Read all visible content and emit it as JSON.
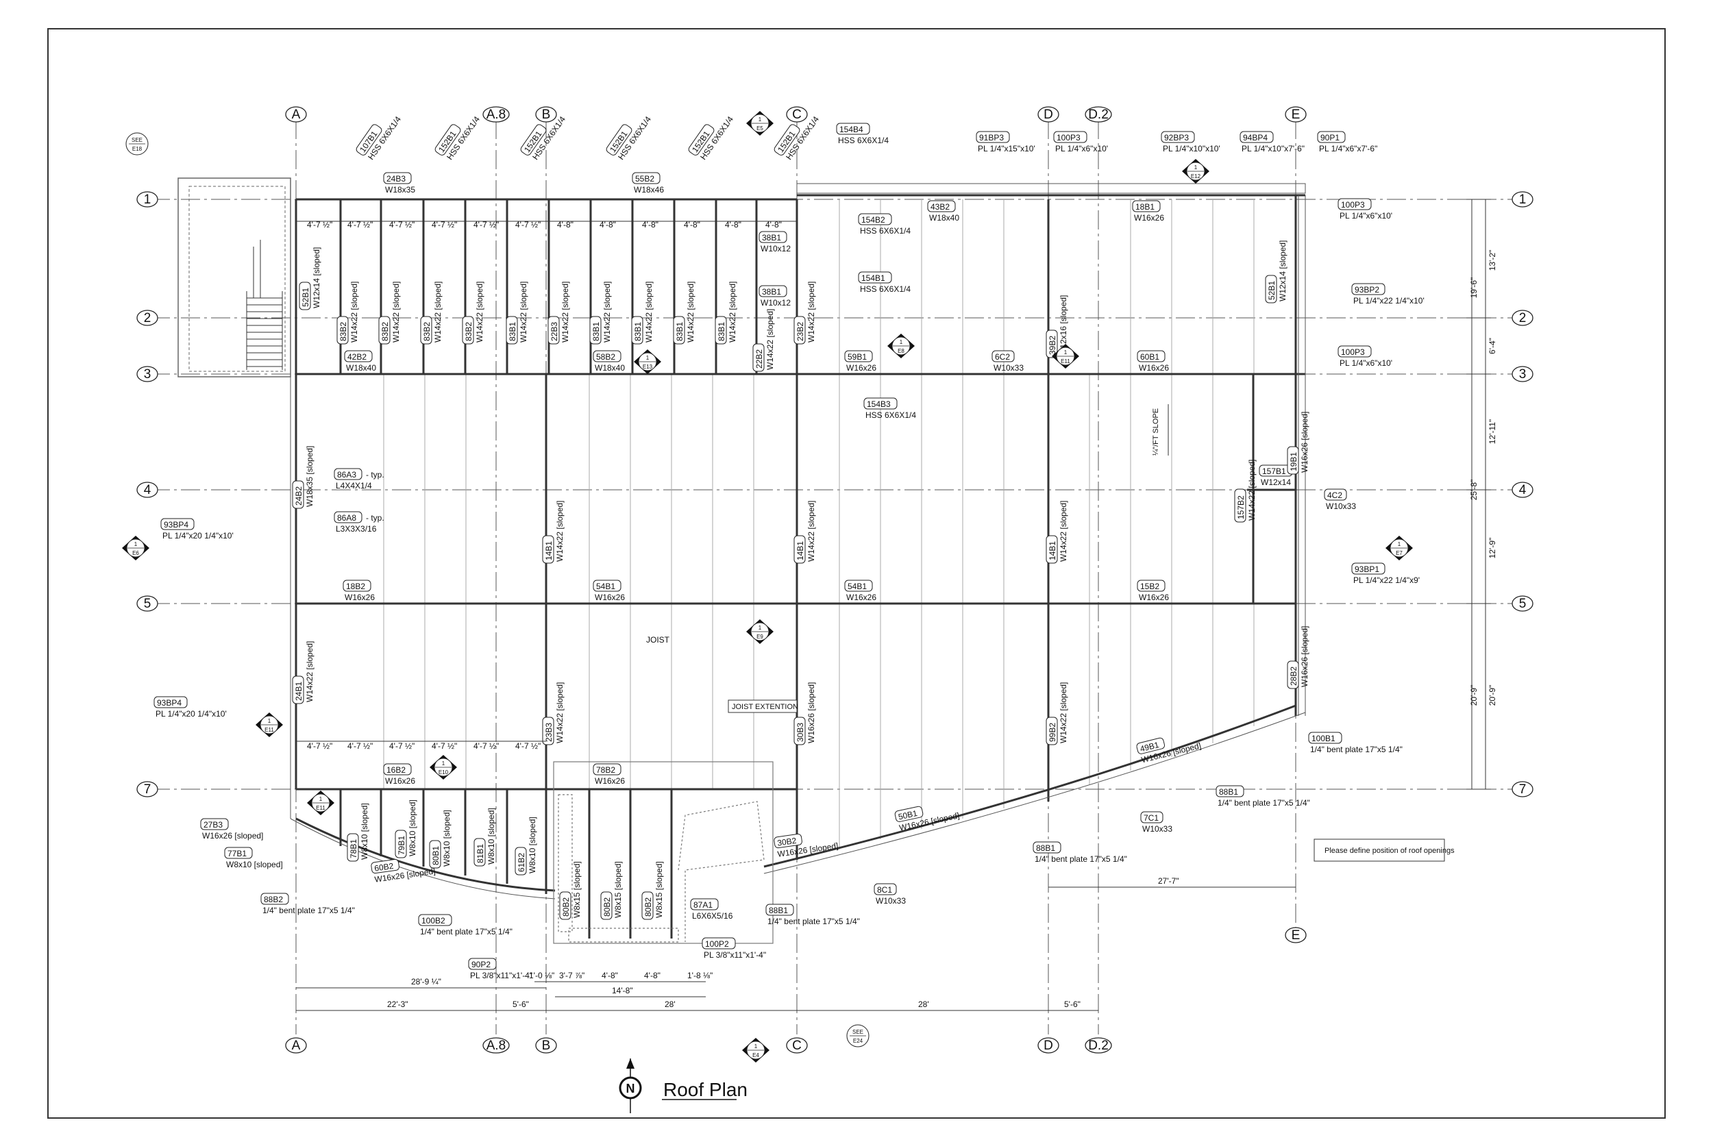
{
  "drawing": {
    "title": "Roof Plan",
    "north_symbol": "N",
    "note": "Please define position of roof openings",
    "joist_label": "JOIST",
    "joist_extension_label": "JOIST EXTENTION",
    "slope_label": "¼\"/FT SLOPE"
  },
  "grid_columns": [
    "A",
    "A.8",
    "B",
    "C",
    "D",
    "D.2",
    "E"
  ],
  "grid_rows": [
    "1",
    "2",
    "3",
    "4",
    "5",
    "7"
  ],
  "section_refs": [
    {
      "num": "SEE",
      "sheet": "E18"
    },
    {
      "num": "1",
      "sheet": "E5"
    },
    {
      "num": "1",
      "sheet": "E12"
    },
    {
      "num": "1",
      "sheet": "E8"
    },
    {
      "num": "1",
      "sheet": "E11"
    },
    {
      "num": "1",
      "sheet": "E6"
    },
    {
      "num": "1",
      "sheet": "E7"
    },
    {
      "num": "1",
      "sheet": "E9"
    },
    {
      "num": "1",
      "sheet": "E11"
    },
    {
      "num": "1",
      "sheet": "E10"
    },
    {
      "num": "1",
      "sheet": "E11"
    },
    {
      "num": "SEE",
      "sheet": "E24"
    },
    {
      "num": "1",
      "sheet": "E4"
    },
    {
      "num": "1",
      "sheet": "E13"
    }
  ],
  "member_tags": [
    {
      "tag": "107B1",
      "size": "HSS 6X6X1/4"
    },
    {
      "tag": "152B1",
      "size": "HSS 6X6X1/4"
    },
    {
      "tag": "152B1",
      "size": "HSS 6X6X1/4"
    },
    {
      "tag": "152B1",
      "size": "HSS 6X6X1/4"
    },
    {
      "tag": "152B1",
      "size": "HSS 6X6X1/4"
    },
    {
      "tag": "152B1",
      "size": "HSS 6X6X1/4"
    },
    {
      "tag": "24B3",
      "size": "W18x35"
    },
    {
      "tag": "55B2",
      "size": "W18x46"
    },
    {
      "tag": "154B4",
      "size": "HSS 6X6X1/4"
    },
    {
      "tag": "91BP3",
      "size": "PL 1/4\"x15\"x10'"
    },
    {
      "tag": "100P3",
      "size": "PL 1/4\"x6\"x10'"
    },
    {
      "tag": "92BP3",
      "size": "PL 1/4\"x10\"x10'"
    },
    {
      "tag": "94BP4",
      "size": "PL 1/4\"x10\"x7'-6\""
    },
    {
      "tag": "90P1",
      "size": "PL 1/4\"x6\"x7'-6\""
    },
    {
      "tag": "154B2",
      "size": "HSS 6X6X1/4"
    },
    {
      "tag": "43B2",
      "size": "W18x40"
    },
    {
      "tag": "18B1",
      "size": "W16x26"
    },
    {
      "tag": "100P3",
      "size": "PL 1/4\"x6\"x10'"
    },
    {
      "tag": "38B1",
      "size": "W10x12"
    },
    {
      "tag": "38B1",
      "size": "W10x12"
    },
    {
      "tag": "154B1",
      "size": "HSS 6X6X1/4"
    },
    {
      "tag": "93BP2",
      "size": "PL 1/4\"x22 1/4\"x10'"
    },
    {
      "tag": "100P3",
      "size": "PL 1/4\"x6\"x10'"
    },
    {
      "tag": "42B2",
      "size": "W18x40"
    },
    {
      "tag": "58B2",
      "size": "W18x40"
    },
    {
      "tag": "59B1",
      "size": "W16x26"
    },
    {
      "tag": "6C2",
      "size": "W10x33"
    },
    {
      "tag": "60B1",
      "size": "W16x26"
    },
    {
      "tag": "154B3",
      "size": "HSS 6X6X1/4"
    },
    {
      "tag": "157B1",
      "size": "W12x14"
    },
    {
      "tag": "4C2",
      "size": "W10x33"
    },
    {
      "tag": "86A3",
      "size": "L4X4X1/4",
      "suffix": "- typ."
    },
    {
      "tag": "86A8",
      "size": "L3X3X3/16",
      "suffix": "- typ."
    },
    {
      "tag": "93BP4",
      "size": "PL 1/4\"x20 1/4\"x10'"
    },
    {
      "tag": "18B2",
      "size": "W16x26"
    },
    {
      "tag": "54B1",
      "size": "W16x26"
    },
    {
      "tag": "54B1",
      "size": "W16x26"
    },
    {
      "tag": "15B2",
      "size": "W16x26"
    },
    {
      "tag": "93BP1",
      "size": "PL 1/4\"x22 1/4\"x9'"
    },
    {
      "tag": "93BP4",
      "size": "PL 1/4\"x20 1/4\"x10'"
    },
    {
      "tag": "100B1",
      "size": "1/4\" bent plate 17\"x5 1/4\""
    },
    {
      "tag": "16B2",
      "size": "W16x26"
    },
    {
      "tag": "78B2",
      "size": "W16x26"
    },
    {
      "tag": "49B1",
      "size": "W16x26 [sloped]"
    },
    {
      "tag": "88B1",
      "size": "1/4\" bent plate 17\"x5 1/4\""
    },
    {
      "tag": "7C1",
      "size": "W10x33"
    },
    {
      "tag": "27B3",
      "size": "W16x26 [sloped]"
    },
    {
      "tag": "77B1",
      "size": "W8x10 [sloped]"
    },
    {
      "tag": "60B2",
      "size": "W16x26 [sloped]"
    },
    {
      "tag": "50B1",
      "size": "W16x26 [sloped]"
    },
    {
      "tag": "30B2",
      "size": "W16x26 [sloped]"
    },
    {
      "tag": "88B1",
      "size": "1/4\" bent plate 17\"x5 1/4\""
    },
    {
      "tag": "88B2",
      "size": "1/4\" bent plate 17\"x5 1/4\""
    },
    {
      "tag": "87A1",
      "size": "L6X6X5/16"
    },
    {
      "tag": "8C1",
      "size": "W10x33"
    },
    {
      "tag": "100B2",
      "size": "1/4\" bent plate 17\"x5 1/4\""
    },
    {
      "tag": "88B1",
      "size": "1/4\" bent plate 17\"x5 1/4\""
    },
    {
      "tag": "90P2",
      "size": "PL 3/8\"x11\"x1'-4\""
    },
    {
      "tag": "100P2",
      "size": "PL 3/8\"x11\"x1'-4\""
    }
  ],
  "vertical_tags": [
    {
      "tag": "52B1",
      "size": "W12x14 [sloped]"
    },
    {
      "tag": "83B2",
      "size": "W14x22 [sloped]"
    },
    {
      "tag": "83B2",
      "size": "W14x22 [sloped]"
    },
    {
      "tag": "83B2",
      "size": "W14x22 [sloped]"
    },
    {
      "tag": "83B2",
      "size": "W14x22 [sloped]"
    },
    {
      "tag": "83B1",
      "size": "W14x22 [sloped]"
    },
    {
      "tag": "22B3",
      "size": "W14x22 [sloped]"
    },
    {
      "tag": "83B1",
      "size": "W14x22 [sloped]"
    },
    {
      "tag": "83B1",
      "size": "W14x22 [sloped]"
    },
    {
      "tag": "83B1",
      "size": "W14x22 [sloped]"
    },
    {
      "tag": "83B1",
      "size": "W14x22 [sloped]"
    },
    {
      "tag": "22B2",
      "size": "W14x22 [sloped]"
    },
    {
      "tag": "23B2",
      "size": "W14x22 [sloped]"
    },
    {
      "tag": "39B2",
      "size": "W12x16 [sloped]"
    },
    {
      "tag": "52B1",
      "size": "W12x14 [sloped]"
    },
    {
      "tag": "24B2",
      "size": "W18x35 [sloped]"
    },
    {
      "tag": "14B1",
      "size": "W14x22 [sloped]"
    },
    {
      "tag": "14B1",
      "size": "W14x22 [sloped]"
    },
    {
      "tag": "14B1",
      "size": "W14x22 [sloped]"
    },
    {
      "tag": "157B2",
      "size": "W14x22 [sloped]"
    },
    {
      "tag": "19B1",
      "size": "W16x26 [sloped]"
    },
    {
      "tag": "24B1",
      "size": "W14x22 [sloped]"
    },
    {
      "tag": "23B3",
      "size": "W14x22 [sloped]"
    },
    {
      "tag": "30B3",
      "size": "W16x26 [sloped]"
    },
    {
      "tag": "99B2",
      "size": "W14x22 [sloped]"
    },
    {
      "tag": "28B2",
      "size": "W16x26 [sloped]"
    },
    {
      "tag": "78B1",
      "size": "W8x10 [sloped]"
    },
    {
      "tag": "79B1",
      "size": "W8x10 [sloped]"
    },
    {
      "tag": "80B1",
      "size": "W8x10 [sloped]"
    },
    {
      "tag": "81B1",
      "size": "W8x10 [sloped]"
    },
    {
      "tag": "61B2",
      "size": "W8x10 [sloped]"
    },
    {
      "tag": "80B2",
      "size": "W8x15 [sloped]"
    },
    {
      "tag": "80B2",
      "size": "W8x15 [sloped]"
    },
    {
      "tag": "80B2",
      "size": "W8x15 [sloped]"
    }
  ],
  "bay_dims_top": [
    "4'-7 ½\"",
    "4'-7 ½\"",
    "4'-7 ½\"",
    "4'-7 ½\"",
    "4'-7 ½\"",
    "4'-7 ½\"",
    "4'-8\"",
    "4'-8\"",
    "4'-8\"",
    "4'-8\"",
    "4'-8\"",
    "4'-8\""
  ],
  "bay_dims_lower": [
    "4'-7 ½\"",
    "4'-7 ½\"",
    "4'-7 ½\"",
    "4'-7 ½\"",
    "4'-7 ½\"",
    "4'-7 ½\""
  ],
  "right_dims": [
    "19'-6\"",
    "13'-2\"",
    "6'-4\"",
    "12'-11\"",
    "25'-8\"",
    "12'-9\"",
    "20'-9\"",
    "20'-9\""
  ],
  "bottom_dims": {
    "dim_27_7": "27'-7\"",
    "a_b_total": "28'-9 ¼\"",
    "a_a8": "22'-3\"",
    "a8_b": "5'-6\"",
    "b_c": "28'",
    "c_d": "28'",
    "d_d2": "5'-6\"",
    "opening_total": "14'-8\"",
    "op1": "1'-0 ⅛\"",
    "op2": "3'-7 ⅞\"",
    "op3": "4'-8\"",
    "op4": "4'-8\"",
    "op5": "1'-8 ⅛\""
  }
}
